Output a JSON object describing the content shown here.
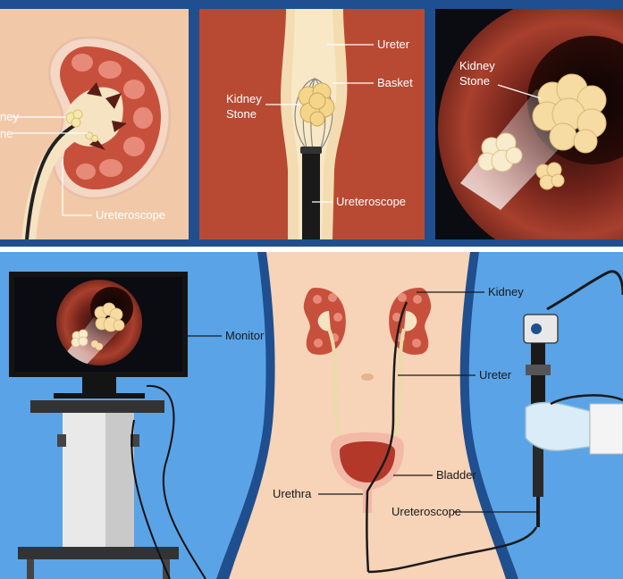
{
  "panel1": {
    "kidney_label_partial": "ney",
    "stone_label_partial": "ne",
    "ureteroscope_label": "Ureteroscope"
  },
  "panel2": {
    "ureter_label": "Ureter",
    "basket_label": "Basket",
    "kidney_stone_line1": "Kidney",
    "kidney_stone_line2": "Stone",
    "ureteroscope_label": "Ureteroscope"
  },
  "panel3": {
    "kidney_stone_line1": "Kidney",
    "kidney_stone_line2": "Stone"
  },
  "bottom": {
    "monitor_label": "Monitor",
    "kidney_label": "Kidney",
    "ureter_label": "Ureter",
    "bladder_label": "Bladder",
    "urethra_label": "Urethra",
    "ureteroscope_label": "Ureteroscope"
  },
  "colors": {
    "frame_navy": "#1f4f8f",
    "top_bg_peach": "#f2c9a8",
    "ureter_bg_red": "#b84a33",
    "bottom_bg_blue": "#5aa3e6",
    "body_skin": "#f7d3b7",
    "kidney_red": "#c7503c"
  }
}
